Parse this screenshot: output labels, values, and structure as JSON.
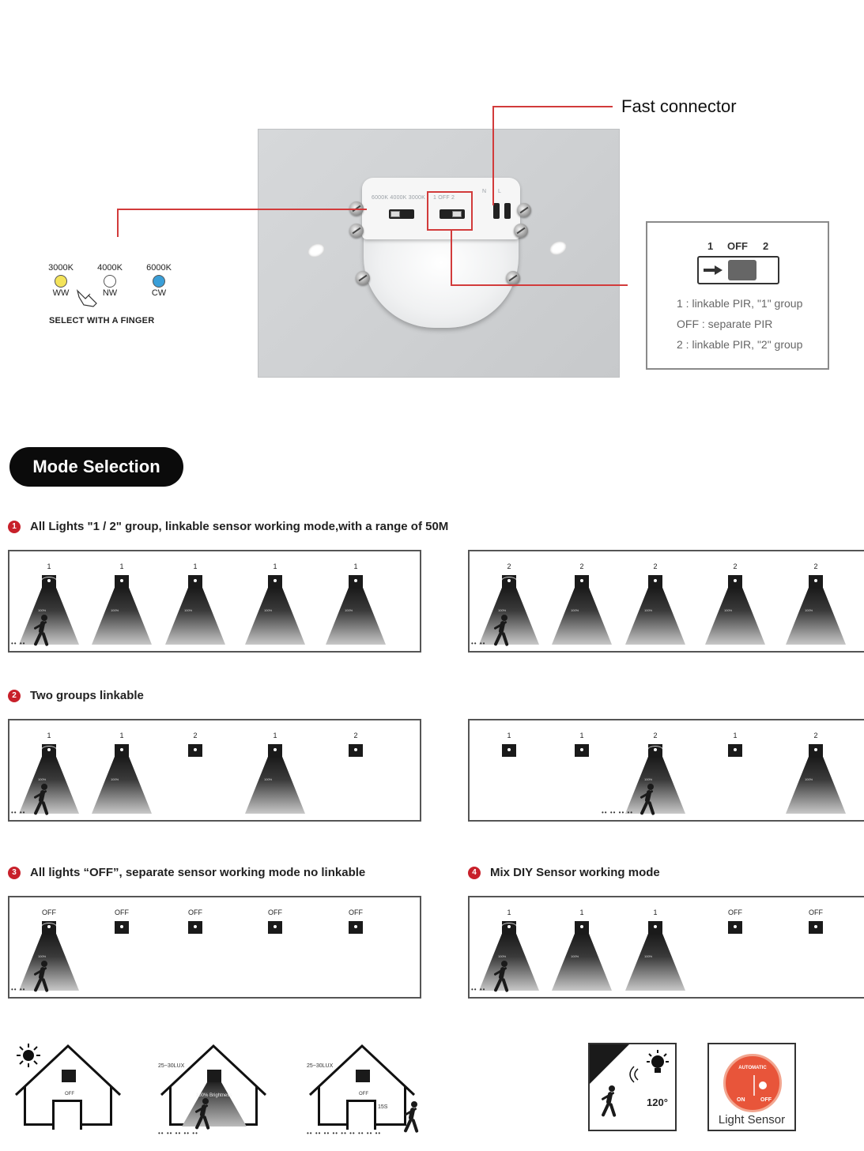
{
  "header": {
    "fast_connector": "Fast connector"
  },
  "device": {
    "ct_labels": "6000K 4000K 3000K",
    "switch_labels": "1 OFF 2",
    "terminal_n": "N",
    "terminal_l": "L"
  },
  "color_temp": {
    "items": [
      {
        "kelvin": "3000K",
        "code": "WW",
        "color": "#f3e35a"
      },
      {
        "kelvin": "4000K",
        "code": "NW",
        "color": "#ffffff"
      },
      {
        "kelvin": "6000K",
        "code": "CW",
        "color": "#3a9fd8"
      }
    ],
    "instruction": "SELECT WITH A FINGER"
  },
  "switch_box": {
    "pos_1": "1",
    "pos_off": "OFF",
    "pos_2": "2",
    "desc": [
      "1 : linkable PIR, \"1\" group",
      "OFF : separate PIR",
      "2 : linkable PIR, \"2\" group"
    ]
  },
  "mode_selection": {
    "title": "Mode Selection",
    "sections": [
      {
        "num": "1",
        "title": "All Lights \"1 / 2\" group, linkable sensor working mode,with a range of 50M"
      },
      {
        "num": "2",
        "title": "Two groups linkable"
      },
      {
        "num": "3",
        "title": "All lights “OFF”, separate sensor working mode no linkable"
      },
      {
        "num": "4",
        "title": "Mix DIY Sensor working mode"
      }
    ],
    "panels": {
      "p1a": [
        "1",
        "1",
        "1",
        "1",
        "1"
      ],
      "p1b": [
        "2",
        "2",
        "2",
        "2",
        "2"
      ],
      "p2a": [
        "1",
        "1",
        "2",
        "1",
        "2"
      ],
      "p2b": [
        "1",
        "1",
        "2",
        "1",
        "2"
      ],
      "p3": [
        "OFF",
        "OFF",
        "OFF",
        "OFF",
        "OFF"
      ],
      "p4": [
        "1",
        "1",
        "1",
        "OFF",
        "OFF"
      ]
    },
    "pct": "100%"
  },
  "bottom_icons": {
    "lux_1": "25~30LUX",
    "lux_2": "25~30LUX",
    "off_1": "OFF",
    "brightness": "100% Brightness",
    "off_3": "OFF",
    "time": "15S",
    "angle": "120°",
    "automatic": "AUTOMATIC",
    "on": "ON",
    "off": "OFF",
    "light_sensor": "Light Sensor"
  }
}
